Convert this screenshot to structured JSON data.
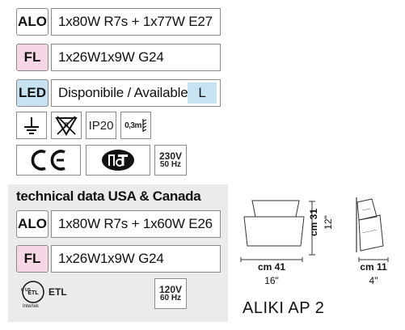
{
  "rows": {
    "alo": {
      "tag": "ALO",
      "value": "1x80W R7s + 1x77W E27"
    },
    "fl": {
      "tag": "FL",
      "value": "1x26W1x9W G24",
      "tag_color": "#f7d7e5"
    },
    "led": {
      "tag": "LED",
      "value": "Disponibile / Available",
      "tag_color": "#c7e3f1",
      "badge": "L",
      "badge_color": "#c7e3f1"
    }
  },
  "symbols": {
    "ip_rating": "IP20",
    "distance": "0,3m",
    "voltage": "230V",
    "frequency": "50 Hz"
  },
  "usa": {
    "heading": "technical data USA & Canada",
    "alo": {
      "tag": "ALO",
      "value": "1x80W R7s + 1x60W E26"
    },
    "fl": {
      "tag": "FL",
      "value": "1x26W1x9W G24"
    },
    "etl_mark": "ETL",
    "etl_small": "C US",
    "intertek": "Intertek",
    "voltage": "120V",
    "frequency": "60 Hz"
  },
  "dimensions": {
    "width_cm": "cm 41",
    "width_in": "16\"",
    "height_cm": "cm 31",
    "height_in": "12\"",
    "depth_cm": "cm 11",
    "depth_in": "4\""
  },
  "product_name": "ALIKI AP 2",
  "colors": {
    "panel_grey": "#ebebeb",
    "border": "#8a8a8a",
    "fl_pink": "#f7d7e5",
    "led_blue": "#c7e3f1"
  }
}
